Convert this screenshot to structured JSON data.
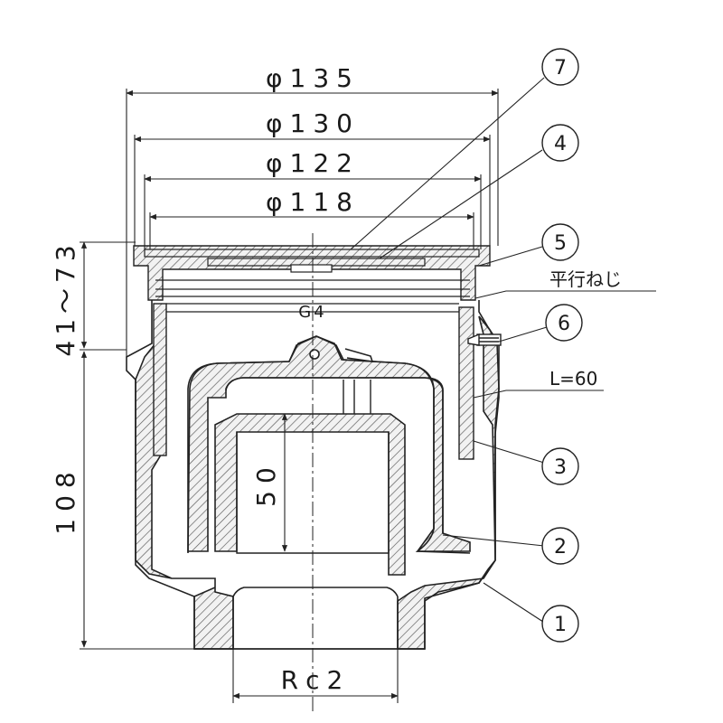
{
  "dimensions": {
    "d135": "φ135",
    "d130": "φ130",
    "d122": "φ122",
    "d118": "φ118",
    "h41_73": "41〜73",
    "h108": "108",
    "h50": "50",
    "thread_g4": "G4",
    "thread_rc2": "Rc2"
  },
  "callouts": {
    "parallel_thread": "平行ねじ",
    "length": "L=60"
  },
  "parts": [
    "7",
    "4",
    "5",
    "6",
    "3",
    "2",
    "1"
  ]
}
